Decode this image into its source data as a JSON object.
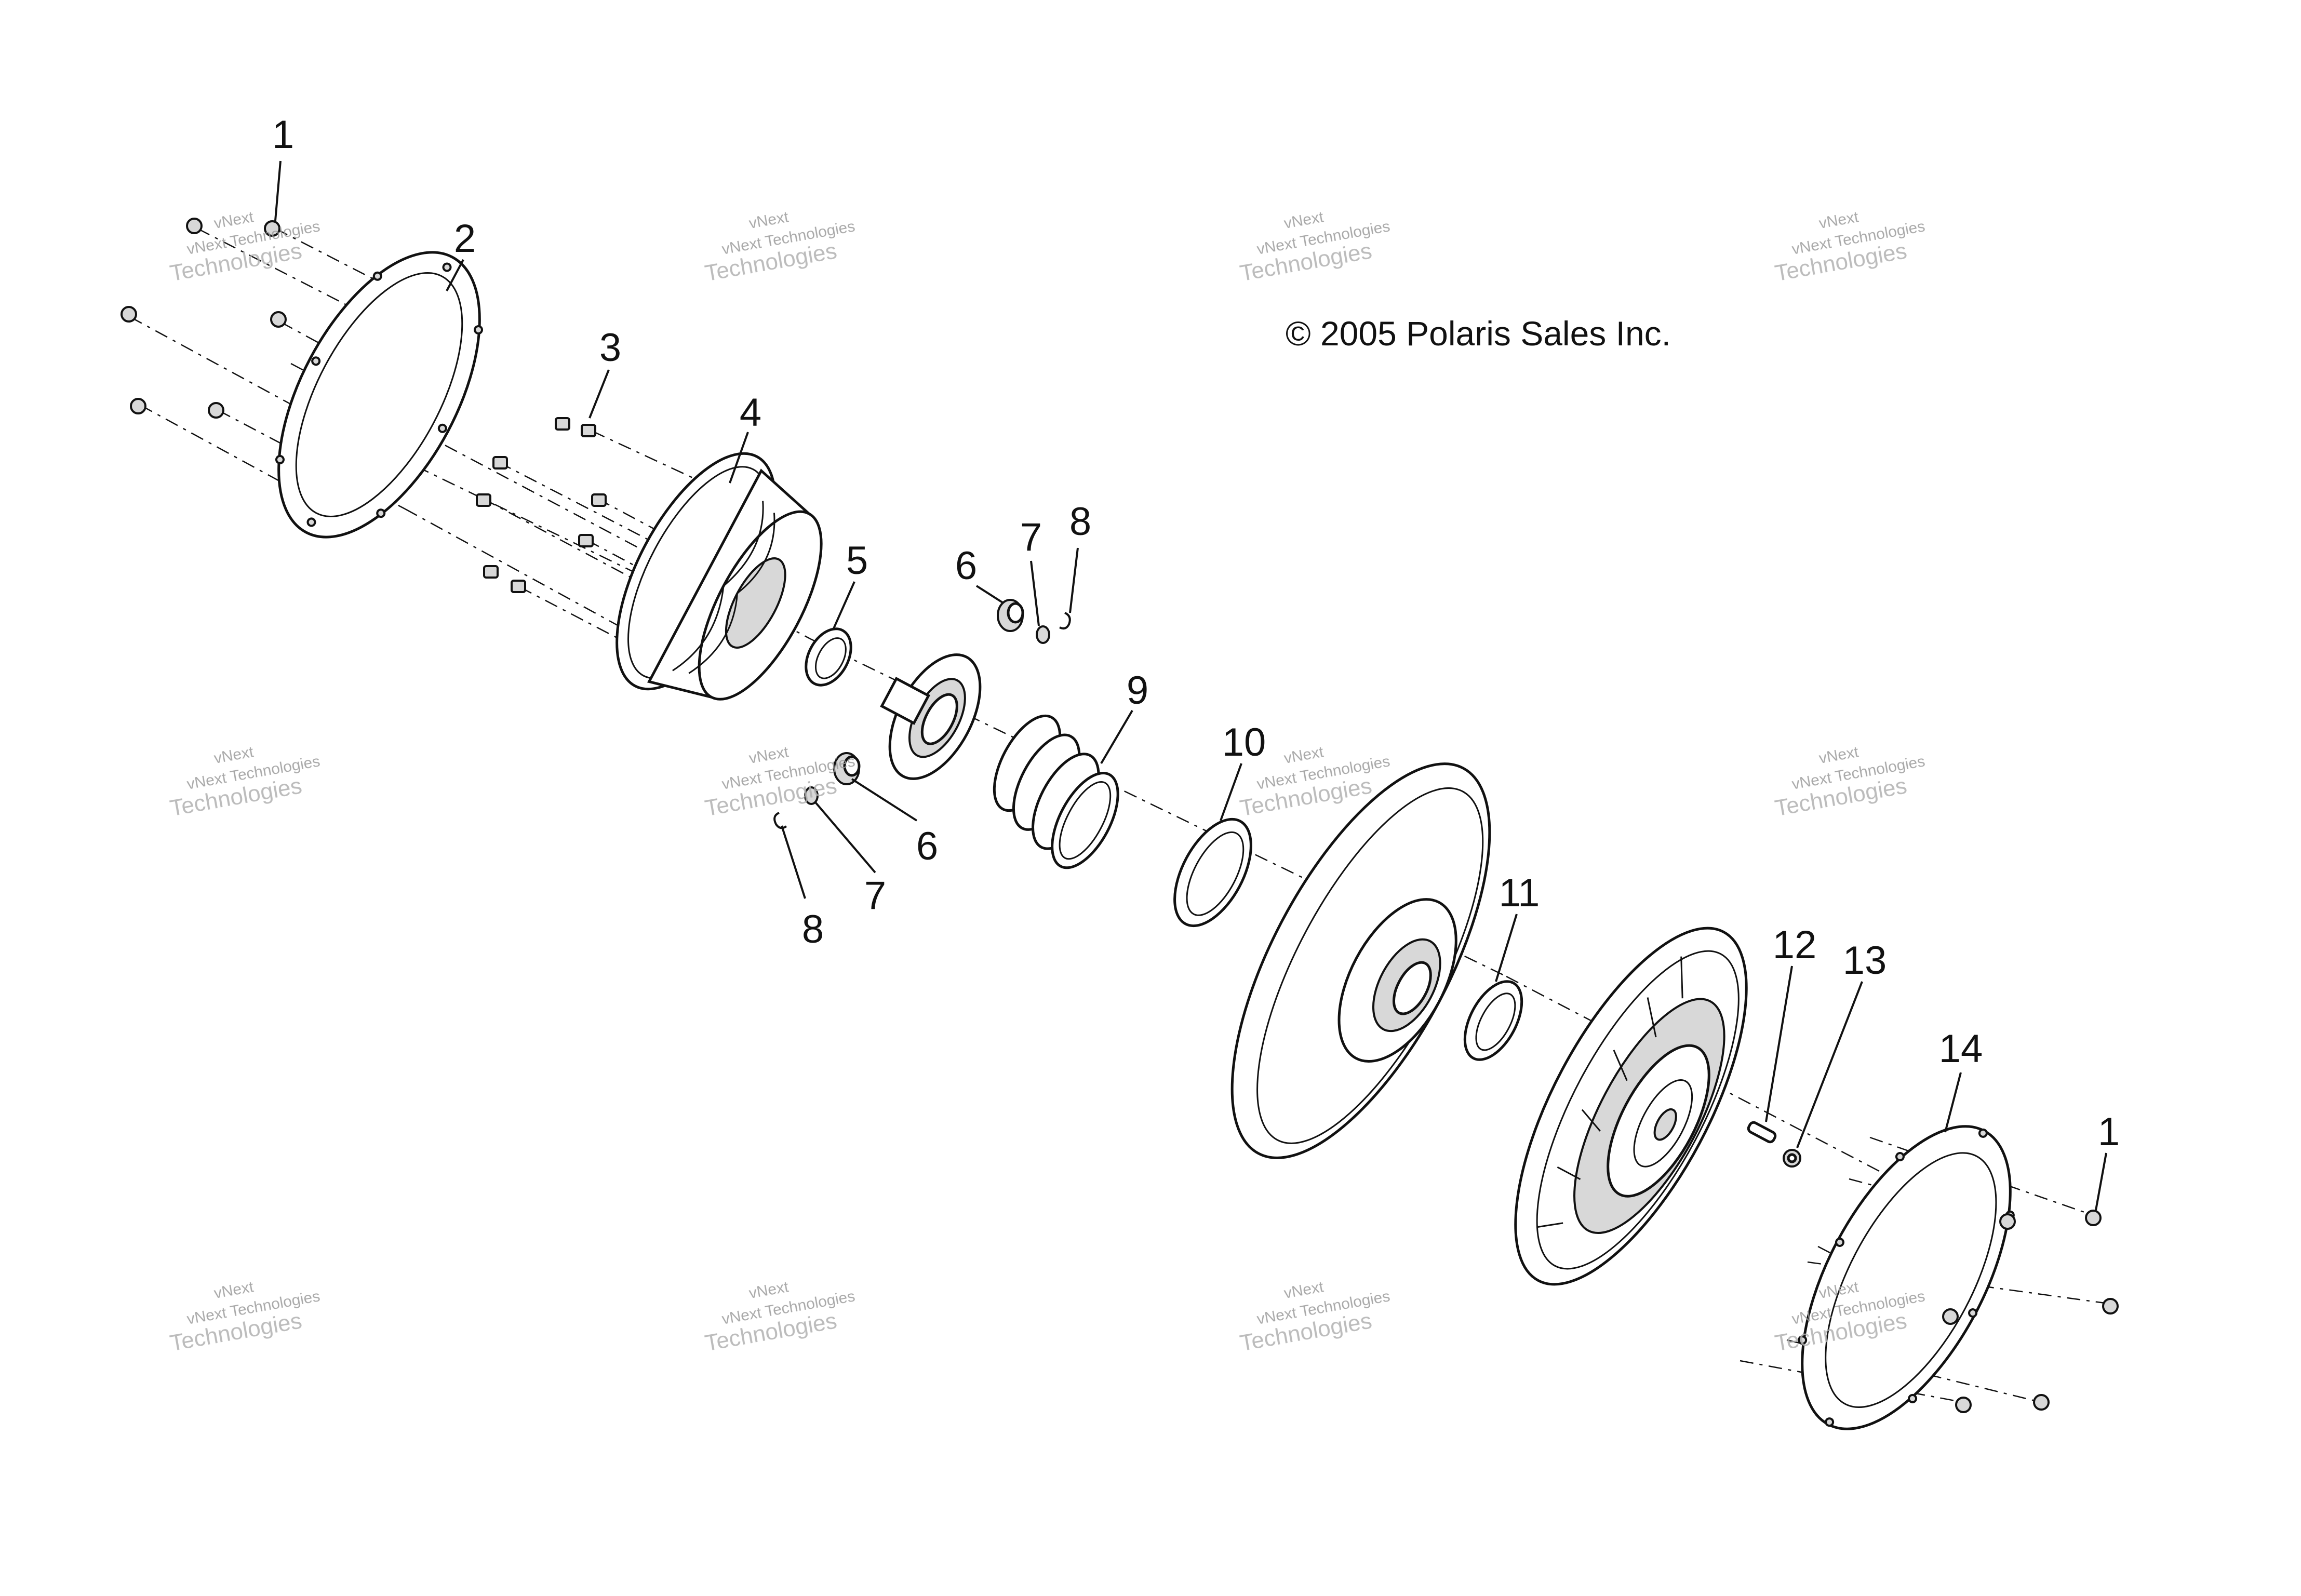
{
  "diagram": {
    "copyright": "© 2005 Polaris Sales Inc.",
    "callouts": [
      "1",
      "2",
      "3",
      "4",
      "5",
      "6",
      "7",
      "8",
      "9",
      "10",
      "11",
      "12",
      "13",
      "14"
    ],
    "watermark": {
      "line1": "vNext Technologies",
      "line2": "Technologies",
      "line3": "vNext"
    }
  }
}
